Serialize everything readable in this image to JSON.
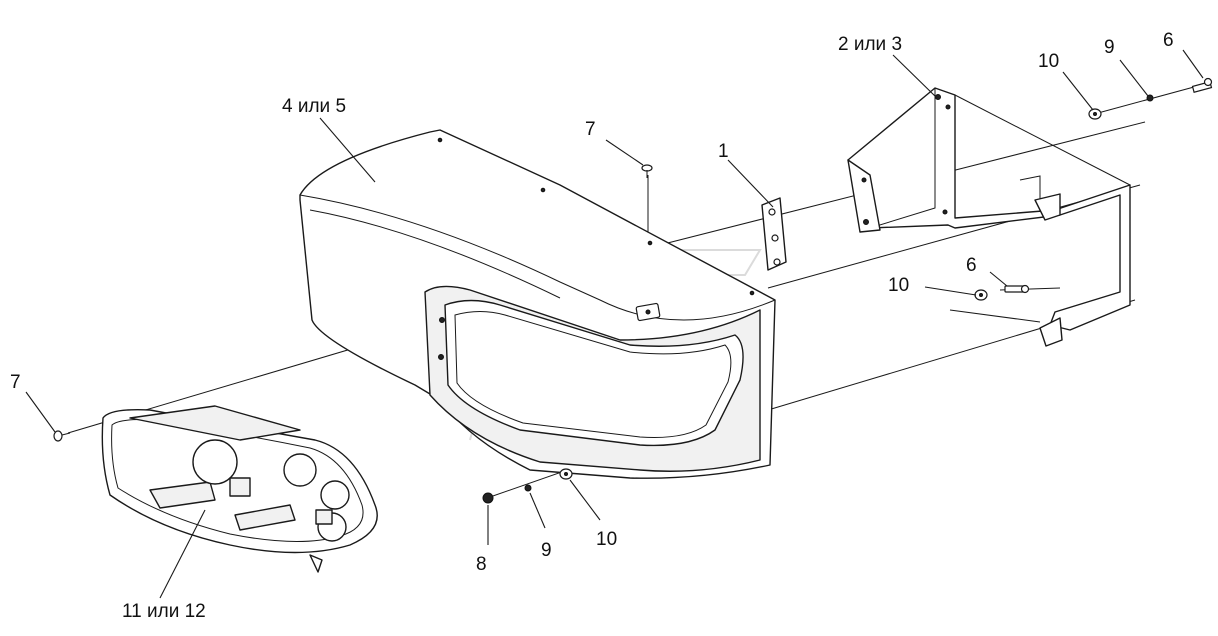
{
  "diagram": {
    "callouts": [
      {
        "id": "c-1",
        "text": "1"
      },
      {
        "id": "c-2or3",
        "text": "2 или 3"
      },
      {
        "id": "c-4or5",
        "text": "4 или 5"
      },
      {
        "id": "c-6a",
        "text": "6"
      },
      {
        "id": "c-6b",
        "text": "6"
      },
      {
        "id": "c-7a",
        "text": "7"
      },
      {
        "id": "c-7b",
        "text": "7"
      },
      {
        "id": "c-8",
        "text": "8"
      },
      {
        "id": "c-9a",
        "text": "9"
      },
      {
        "id": "c-9b",
        "text": "9"
      },
      {
        "id": "c-10a",
        "text": "10"
      },
      {
        "id": "c-10b",
        "text": "10"
      },
      {
        "id": "c-10c",
        "text": "10"
      },
      {
        "id": "c-11or12",
        "text": "11 или 12"
      }
    ]
  }
}
